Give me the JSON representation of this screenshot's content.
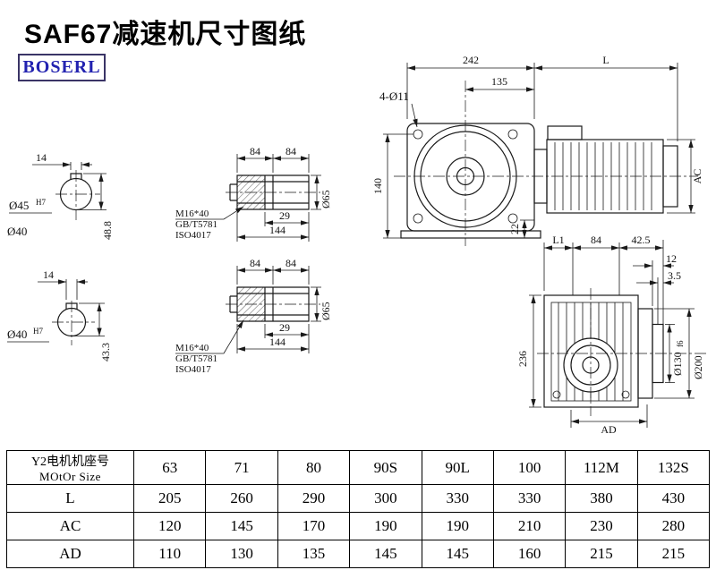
{
  "page": {
    "title": "SAF67减速机尺寸图纸",
    "brand": "BOSERL"
  },
  "colors": {
    "brand_text": "#2222b0",
    "brand_border": "#3a3466",
    "line": "#1a1a1a",
    "background": "#ffffff"
  },
  "front_view": {
    "dim_housing_width": "242",
    "dim_motor_length": "L",
    "dim_flange_offset": "135",
    "holes_label": "4-Ø11",
    "dim_height": "140",
    "dim_foot": "22",
    "dim_motor_diameter": "AC"
  },
  "section_top": {
    "dim_key_width": "14",
    "bore_label": "Ø45",
    "bore_tolerance": "H7",
    "dim_key_depth": "48.8",
    "shaft_label": "Ø40"
  },
  "section_bottom": {
    "dim_key_width": "14",
    "bore_label": "Ø40",
    "bore_tolerance": "H7",
    "dim_key_depth": "43.3"
  },
  "shaft_top": {
    "dim_left": "84",
    "dim_right": "84",
    "dim_inner": "29",
    "dim_total": "144",
    "dim_diameter": "Ø65",
    "bolt_spec": "M16*40",
    "bolt_standard": "GB/T5781",
    "bolt_iso": "ISO4017"
  },
  "shaft_bottom": {
    "dim_left": "84",
    "dim_right": "84",
    "dim_inner": "29",
    "dim_total": "144",
    "dim_diameter": "Ø65",
    "bolt_spec": "M16*40",
    "bolt_standard": "GB/T5781",
    "bolt_iso": "ISO4017"
  },
  "side_view": {
    "dim_l1": "L1",
    "dim_84": "84",
    "dim_42_5": "42.5",
    "dim_12": "12",
    "dim_3_5": "3.5",
    "dim_height": "236",
    "dim_spigot": "Ø130",
    "dim_spigot_tol": "f6",
    "dim_flange": "Ø200",
    "dim_ad": "AD"
  },
  "table": {
    "header": {
      "label_line1": "Y2电机机座号",
      "label_line2": "MOtOr Size",
      "sizes": [
        "63",
        "71",
        "80",
        "90S",
        "90L",
        "100",
        "112M",
        "132S"
      ]
    },
    "rows": [
      {
        "label": "L",
        "values": [
          "205",
          "260",
          "290",
          "300",
          "330",
          "330",
          "380",
          "430"
        ]
      },
      {
        "label": "AC",
        "values": [
          "120",
          "145",
          "170",
          "190",
          "190",
          "210",
          "230",
          "280"
        ]
      },
      {
        "label": "AD",
        "values": [
          "110",
          "130",
          "135",
          "145",
          "145",
          "160",
          "215",
          "215"
        ]
      }
    ]
  }
}
